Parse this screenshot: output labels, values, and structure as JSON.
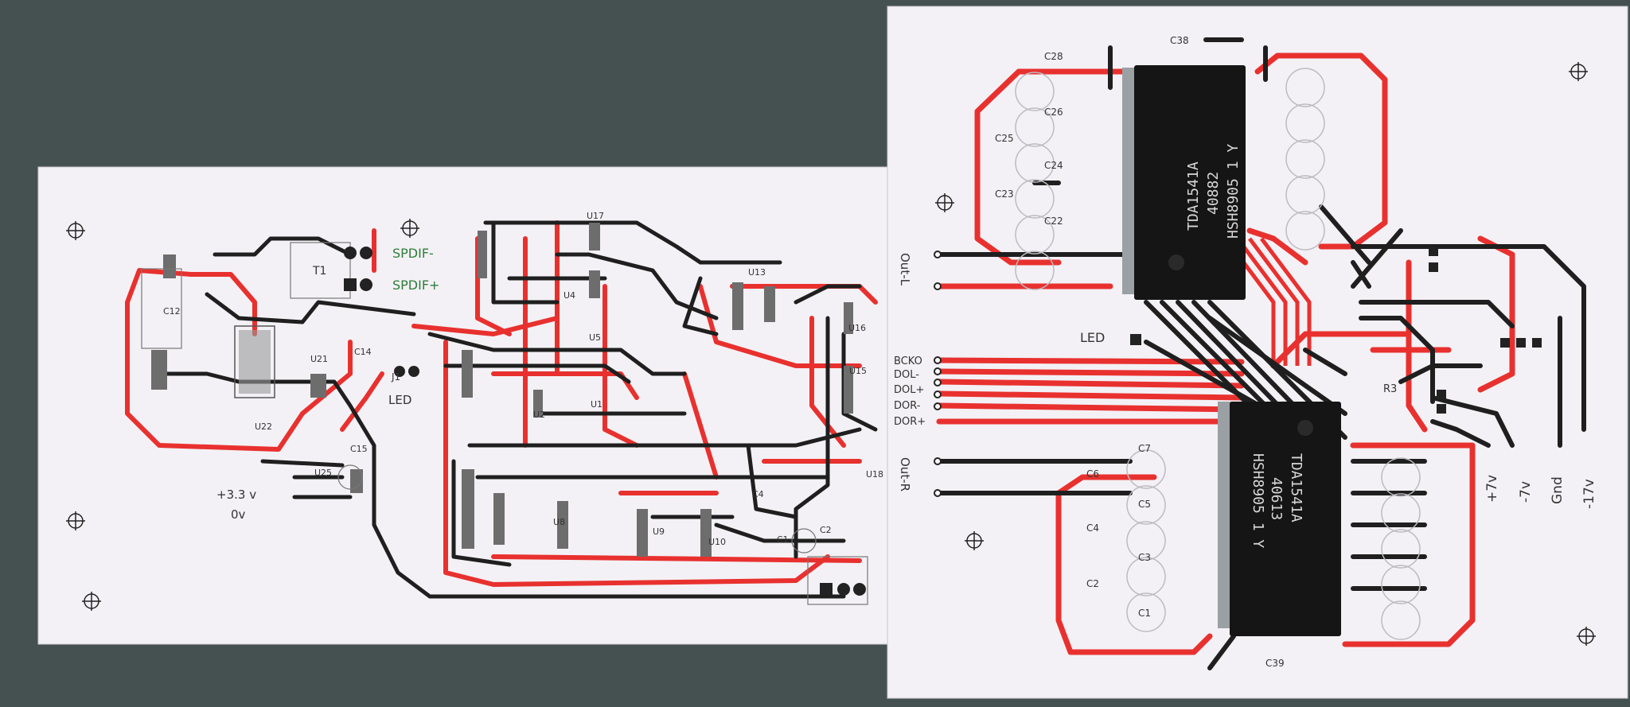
{
  "colors": {
    "background": "#4a5656",
    "paper": "#f3f1f5",
    "trace_red": "#e8312f",
    "trace_black": "#1f1f1f",
    "chip_body": "#151515",
    "silk_text": "#2e7d3a"
  },
  "left_board": {
    "labels": {
      "spdif_minus": "SPDIF-",
      "spdif_plus": "SPDIF+",
      "t1": "T1",
      "led": "LED",
      "j1": "J1",
      "v33": "+3.3 v",
      "v0": "0v",
      "c12": "C12",
      "c14": "C14",
      "c15": "C15",
      "u17": "U17",
      "u13": "U13",
      "u15": "U15",
      "u16": "U16",
      "u18": "U18",
      "u4": "U4",
      "u5": "U5",
      "u2": "U2",
      "u1": "U1",
      "u8": "U8",
      "u9": "U9",
      "u10": "U10",
      "u21": "U21",
      "u22": "U22",
      "u25": "U25",
      "c1": "C1",
      "c2": "C2",
      "c4": "C4"
    }
  },
  "right_board": {
    "chips": [
      {
        "line1": "TDA1541A",
        "line2": "40882",
        "line3": "HSH8905 1 Y"
      },
      {
        "line1": "TDA1541A",
        "line2": "40613",
        "line3": "HSH8905 1 Y"
      }
    ],
    "labels": {
      "c38": "C38",
      "c39": "C39",
      "c28": "C28",
      "c26": "C26",
      "c25": "C25",
      "c24": "C24",
      "c23": "C23",
      "c22": "C22",
      "c7": "C7",
      "c6": "C6",
      "c5": "C5",
      "c4": "C4",
      "c3": "C3",
      "c2": "C2",
      "c1": "C1",
      "r3": "R3",
      "out_l": "Out-L",
      "out_r": "Out-R",
      "led": "LED",
      "bcko": "BCKO",
      "dol_minus": "DOL-",
      "dol_plus": "DOL+",
      "dor_minus": "DOR-",
      "dor_plus": "DOR+",
      "v_plus7": "+7v",
      "v_minus7": "-7v",
      "gnd": "Gnd",
      "v_minus17": "-17v"
    }
  }
}
